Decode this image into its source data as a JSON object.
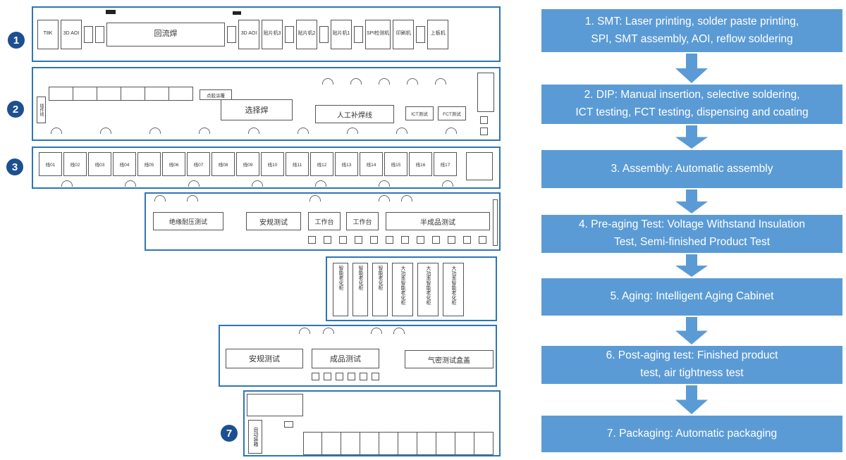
{
  "colors": {
    "flow_box": "#5b9bd5",
    "flow_arrow": "#5b9bd5",
    "diagram_border": "#2e75b6",
    "step_circle": "#1d4f91"
  },
  "flow": {
    "steps": [
      {
        "lines": [
          "1. SMT: Laser printing, solder paste printing,",
          "SPI, SMT assembly, AOI, reflow soldering"
        ]
      },
      {
        "lines": [
          "2. DIP: Manual insertion, selective soldering,",
          "ICT testing, FCT testing, dispensing and coating"
        ]
      },
      {
        "lines": [
          "3. Assembly: Automatic assembly"
        ]
      },
      {
        "lines": [
          "4. Pre-aging Test: Voltage Withstand Insulation",
          "Test, Semi-finished Product Test"
        ]
      },
      {
        "lines": [
          "5. Aging: Intelligent Aging Cabinet"
        ]
      },
      {
        "lines": [
          "6. Post-aging test: Finished product",
          "test, air tightness test"
        ]
      },
      {
        "lines": [
          "7. Packaging: Automatic packaging"
        ]
      }
    ]
  },
  "diagram": {
    "smt": {
      "num": "1",
      "machines": [
        {
          "label": "T8K"
        },
        {
          "label": "3D AOI"
        },
        {
          "cls": "sm"
        },
        {
          "cls": "sm"
        },
        {
          "label": "回流焊",
          "cls": "wide"
        },
        {
          "cls": "sm"
        },
        {
          "label": "3D AOI"
        },
        {
          "label": "贴片机3"
        },
        {
          "cls": "sm"
        },
        {
          "label": "贴片机2"
        },
        {
          "cls": "sm"
        },
        {
          "label": "贴片机1"
        },
        {
          "cls": "sm"
        },
        {
          "label": "SPI检测机"
        },
        {
          "label": "印刷机"
        },
        {
          "cls": "sm"
        },
        {
          "label": "上板机"
        }
      ]
    },
    "dip": {
      "num": "2",
      "plug_line": "插件线",
      "selective": "选择焊",
      "manual": "人工补焊线",
      "ict": "ICT测试",
      "fct": "FCT测试",
      "dispense": "点胶涂覆"
    },
    "assembly": {
      "num": "3",
      "stations": [
        {
          "label": "线01"
        },
        {
          "label": "线02"
        },
        {
          "label": "线03"
        },
        {
          "label": "线04"
        },
        {
          "label": "线05"
        },
        {
          "label": "线06"
        },
        {
          "label": "线07"
        },
        {
          "label": "线08"
        },
        {
          "label": "线09"
        },
        {
          "label": "线10"
        },
        {
          "label": "线11"
        },
        {
          "label": "线12"
        },
        {
          "label": "线13"
        },
        {
          "label": "线14"
        },
        {
          "label": "线15"
        },
        {
          "label": "线16"
        },
        {
          "label": "线17"
        }
      ]
    },
    "preaging": {
      "boxes": [
        "绝缘耐压测试",
        "安规测试",
        "工作台",
        "工作台",
        "半成品测试"
      ]
    },
    "aging": {
      "cabinets": [
        {
          "label": "智能老化柜"
        },
        {
          "label": "智能老化柜"
        },
        {
          "label": "智能老化柜"
        },
        {
          "label": "大功率智能老化柜",
          "cls": "w2"
        },
        {
          "label": "大功率智能老化柜",
          "cls": "w2"
        },
        {
          "label": "大功率智能老化柜",
          "cls": "w2"
        }
      ]
    },
    "postaging": {
      "boxes": [
        "安规测试",
        "成品测试",
        "气密测试盒盖"
      ]
    },
    "packaging": {
      "num": "7",
      "label": "自动装箱"
    }
  }
}
